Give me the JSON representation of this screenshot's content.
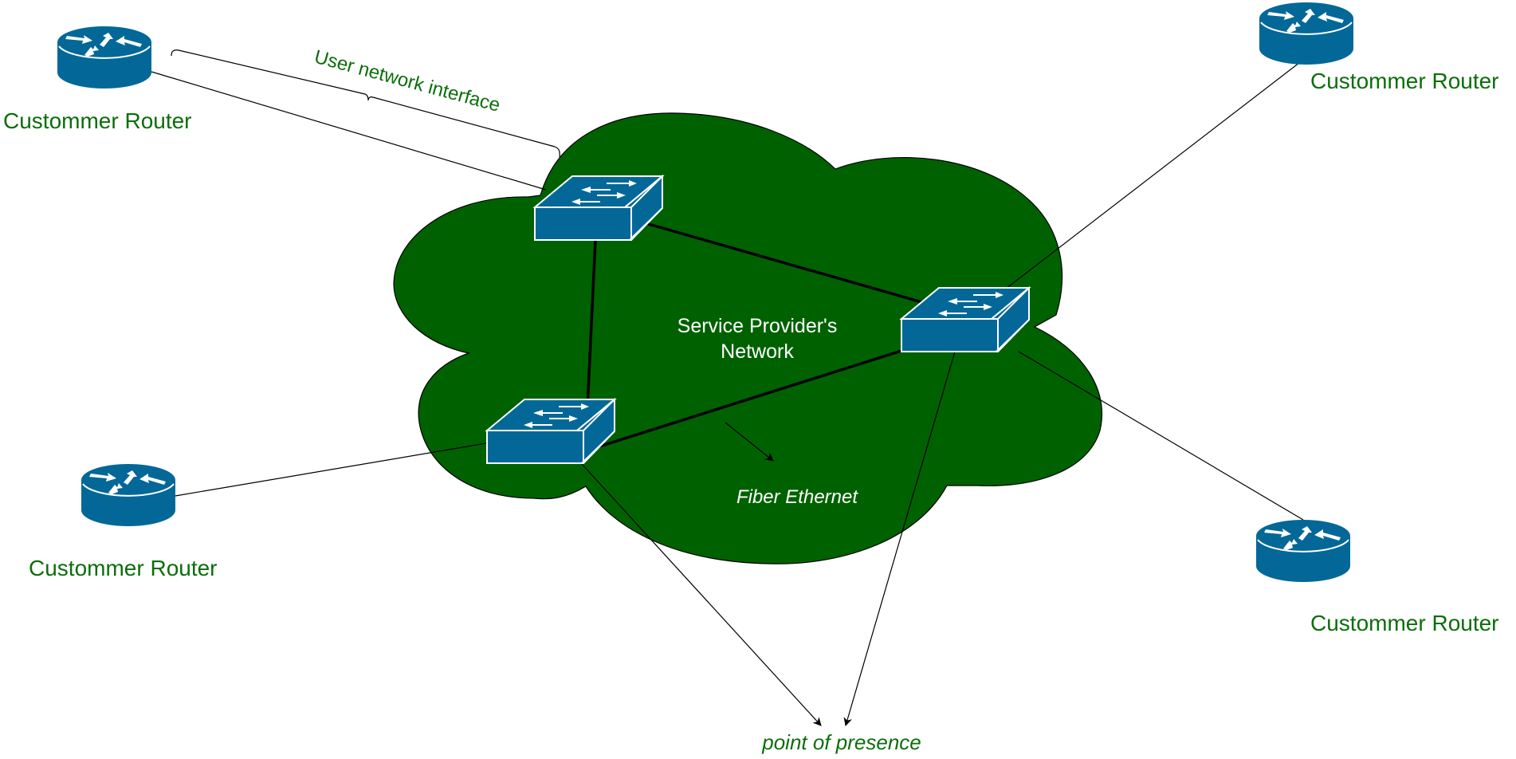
{
  "diagram": {
    "cloud": {
      "label_line1": "Service Provider's",
      "label_line2": "Network",
      "fill": "#006100"
    },
    "fiber_label": "Fiber Ethernet",
    "uni_label": "User network interface",
    "pop_label": "point of presence",
    "colors": {
      "device_blue": "#036897",
      "label_green": "#0b6e0b",
      "link": "#000000"
    },
    "routers": [
      {
        "id": "router-top-left",
        "label": "Custommer Router"
      },
      {
        "id": "router-top-right",
        "label": "Custommer Router"
      },
      {
        "id": "router-bottom-left",
        "label": "Custommer Router"
      },
      {
        "id": "router-bottom-right",
        "label": "Custommer Router"
      }
    ],
    "switches": [
      {
        "id": "switch-top"
      },
      {
        "id": "switch-right"
      },
      {
        "id": "switch-bottom-left"
      }
    ],
    "links": [
      {
        "from": "router-top-left",
        "to": "switch-top",
        "type": "access"
      },
      {
        "from": "router-top-right",
        "to": "switch-right",
        "type": "access"
      },
      {
        "from": "router-bottom-left",
        "to": "switch-bottom-left",
        "type": "access"
      },
      {
        "from": "router-bottom-right",
        "to": "switch-right",
        "type": "access"
      },
      {
        "from": "switch-top",
        "to": "switch-right",
        "type": "fiber"
      },
      {
        "from": "switch-top",
        "to": "switch-bottom-left",
        "type": "fiber"
      },
      {
        "from": "switch-bottom-left",
        "to": "switch-right",
        "type": "fiber"
      }
    ]
  }
}
